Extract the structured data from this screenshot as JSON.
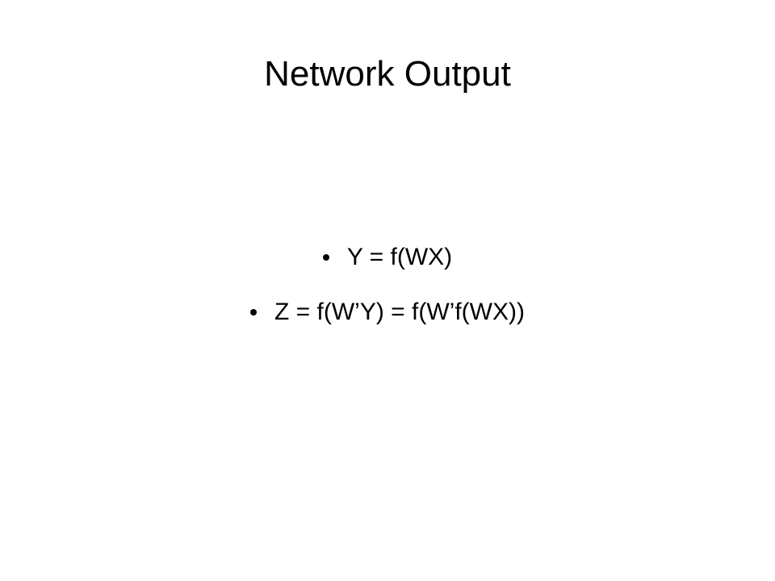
{
  "slide": {
    "title": "Network Output",
    "bullets": [
      "Y = f(WX)",
      "Z = f(W’Y) = f(W’f(WX))"
    ]
  }
}
